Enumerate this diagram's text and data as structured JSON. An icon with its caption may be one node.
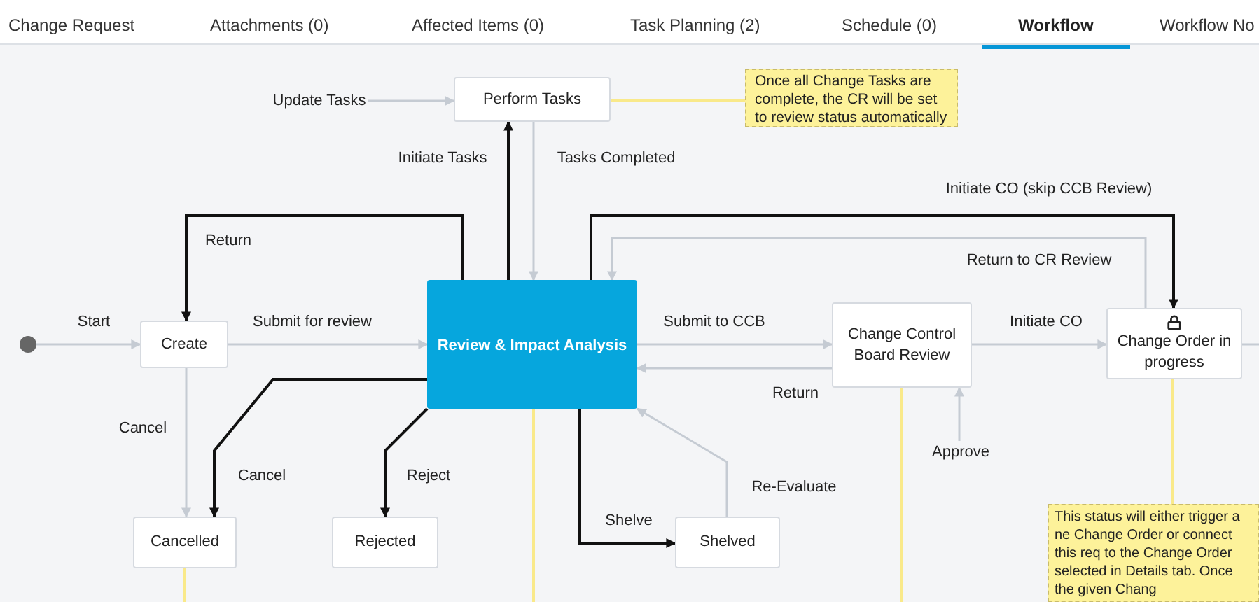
{
  "diagram": {
    "nodes": [
      {
        "text": [],
        "shape": "circle"
      },
      {
        "text": [
          "Create"
        ]
      },
      {
        "text": [
          "Review & Impact Analysis"
        ]
      },
      {
        "text": [
          "Perform Tasks"
        ]
      },
      {
        "text": [
          "Update Tasks"
        ]
      },
      {
        "text": [
          "Once all Change Tasks are complete, the CR will be set to review status automatically"
        ]
      },
      {
        "text": [
          "Cancelled"
        ]
      },
      {
        "text": [
          "Rejected"
        ]
      },
      {
        "text": [
          "Shelved"
        ]
      },
      {
        "text": [
          "Change Control Board Review"
        ]
      },
      {
        "text": [
          "Change Order in progress"
        ]
      },
      {
        "text": [
          "Approve"
        ]
      },
      {
        "text": [
          "This status will either trigger a ne Change Order or connect this req to the Change Order selected in Details tab. Once the given Chang"
        ]
      }
    ],
    "edges": [
      {
        "from": 0,
        "to": 1,
        "arrow": "to",
        "label": "Start"
      },
      {
        "from": 1,
        "to": 2,
        "arrow": "to",
        "label": "Submit for review"
      },
      {
        "from": 2,
        "to": 1,
        "arrow": "to",
        "label": "Return",
        "color": "#111111"
      },
      {
        "from": 1,
        "to": 6,
        "arrow": "to",
        "label": "Cancel"
      },
      {
        "from": 2,
        "to": 6,
        "arrow": "to",
        "label": "Cancel",
        "color": "#111111"
      },
      {
        "from": 2,
        "to": 7,
        "arrow": "to",
        "label": "Reject",
        "color": "#111111"
      },
      {
        "from": 2,
        "to": 8,
        "arrow": "to",
        "label": "Shelve",
        "color": "#111111"
      },
      {
        "from": 8,
        "to": 2,
        "arrow": "to",
        "label": "Re-Evaluate"
      },
      {
        "from": 2,
        "to": 3,
        "arrow": "to",
        "label": "Initiate Tasks",
        "color": "#111111"
      },
      {
        "from": 3,
        "to": 2,
        "arrow": "to",
        "label": "Tasks Completed"
      },
      {
        "from": 4,
        "to": 3,
        "arrow": "to"
      },
      {
        "from": 3,
        "to": 5,
        "arrow": "none",
        "color": "#f9e98a"
      },
      {
        "from": 2,
        "to": 9,
        "arrow": "to",
        "label": "Submit to CCB"
      },
      {
        "from": 9,
        "to": 2,
        "arrow": "to",
        "label": "Return"
      },
      {
        "from": 9,
        "to": 10,
        "arrow": "to",
        "label": "Initiate CO"
      },
      {
        "from": 2,
        "to": 10,
        "arrow": "to",
        "label": "Initiate CO (skip CCB Review)",
        "color": "#111111"
      },
      {
        "from": 10,
        "to": 2,
        "arrow": "to",
        "label": "Return to CR Review"
      },
      {
        "from": 11,
        "to": 9,
        "arrow": "to"
      },
      {
        "from": 10,
        "to": 12,
        "arrow": "none",
        "color": "#f9e98a"
      },
      {
        "from": 6,
        "to": null,
        "arrow": "none",
        "color": "#f9e98a"
      },
      {
        "from": 2,
        "to": null,
        "arrow": "none",
        "color": "#f9e98a"
      },
      {
        "from": 9,
        "to": null,
        "arrow": "none",
        "color": "#f9e98a"
      },
      {
        "from": 10,
        "to": null,
        "arrow": "none"
      }
    ],
    "labels": [
      "Change Request",
      "Attachments (0)",
      "Affected Items (0)",
      "Task Planning (2)",
      "Schedule (0)",
      "Workflow",
      "Workflow No"
    ]
  }
}
